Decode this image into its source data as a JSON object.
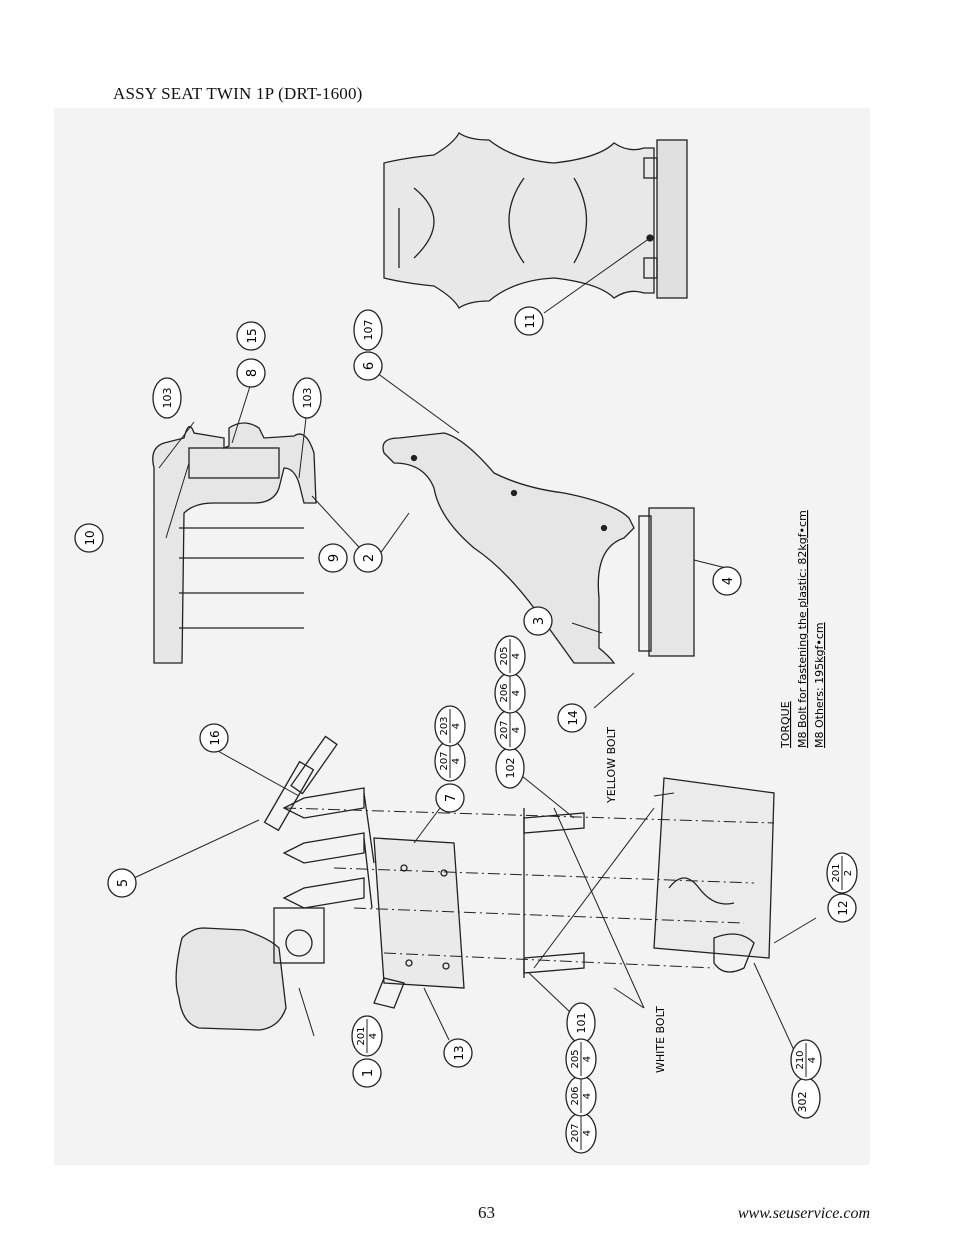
{
  "page": {
    "title": "ASSY SEAT  TWIN 1P (DRT-1600)",
    "page_number": "63",
    "website": "www.seuservice.com"
  },
  "torque": {
    "heading": "TORQUE",
    "line1": "M8 Bolt for fastening the plastic: 82kgf•cm",
    "line2": "M8 Others: 195kgf•cm"
  },
  "bolts": {
    "yellow": "YELLOW BOLT",
    "white": "WHITE BOLT"
  },
  "callouts": {
    "c1": "1",
    "c2": "2",
    "c3": "3",
    "c4": "4",
    "c5": "5",
    "c6": "6",
    "c7": "7",
    "c8": "8",
    "c9": "9",
    "c10": "10",
    "c11": "11",
    "c12": "12",
    "c13": "13",
    "c14": "14",
    "c15": "15",
    "c16": "16",
    "c101": "101",
    "c102": "102",
    "c103a": "103",
    "c103b": "103",
    "c107": "107",
    "c302": "302"
  },
  "fractions": {
    "f201a": {
      "top": "201",
      "bot": "4"
    },
    "f207a": {
      "top": "207",
      "bot": "4"
    },
    "f203": {
      "top": "203",
      "bot": "4"
    },
    "f207b": {
      "top": "207",
      "bot": "4"
    },
    "f206a": {
      "top": "206",
      "bot": "4"
    },
    "f205a": {
      "top": "205",
      "bot": "4"
    },
    "f201b": {
      "top": "201",
      "bot": "2"
    },
    "f210": {
      "top": "210",
      "bot": "4"
    },
    "f207c": {
      "top": "207",
      "bot": "4"
    },
    "f206b": {
      "top": "206",
      "bot": "4"
    },
    "f205b": {
      "top": "205",
      "bot": "4"
    }
  }
}
